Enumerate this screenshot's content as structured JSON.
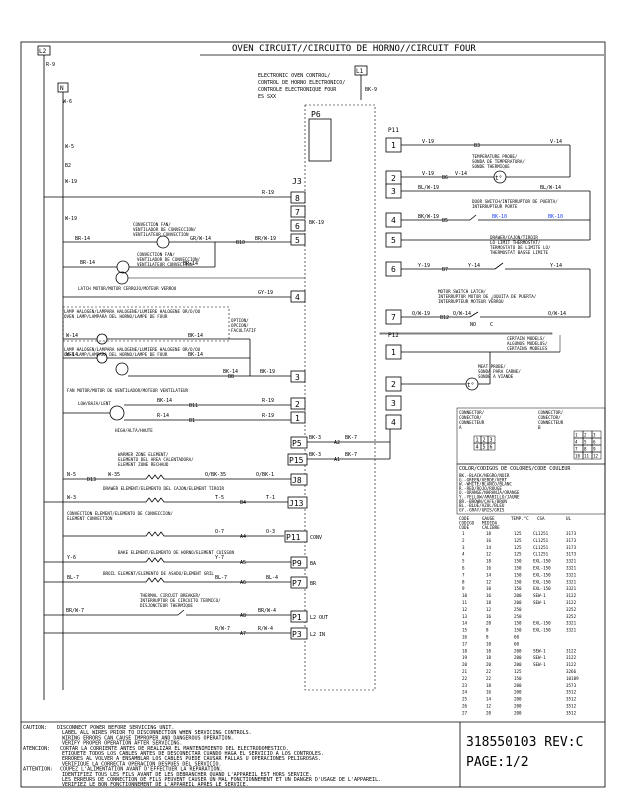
{
  "title": "OVEN CIRCUIT//CIRCUITO DE HORNO//CIRCUIT FOUR",
  "labels": {
    "l2": "L2",
    "r9": "R-9",
    "n": "N",
    "l1": "L1",
    "bk9_top": "BK-9",
    "w6": "W-6",
    "w5": "W-5",
    "b2": "B2",
    "w19_a": "W-19",
    "w19_b": "W-19",
    "control_name": "ELECTRONIC OVEN CONTROL/ CONTROL DE HORNO ELECTRONICO/ CONTROLE ELECTRONIQUE FOUR ES SXX",
    "p6": "P6",
    "j3": "J3",
    "p11": "P11",
    "p12": "P12"
  },
  "wires": {
    "r19_j3_8": "R-19",
    "bk19_j3_6": "BK-19",
    "gy19": "GY-19",
    "br14_a": "BR-14",
    "gr_w14": "GR/W-14",
    "b10": "B10",
    "br_w19": "BR/W-19",
    "br14_b": "BR-14",
    "br14_c": "BR-14",
    "w14_a": "W-14",
    "bk14_a": "BK-14",
    "w14_b": "W-14",
    "bk14_b": "BK-14",
    "b8": "B8",
    "bk19_b8": "BK-19",
    "bk14_b8": "BK-14",
    "bk14_b11": "BK-14",
    "b11": "B11",
    "r14_b1": "R-14",
    "b1": "B1",
    "r19_b1": "R-19",
    "r19_b11": "R-19",
    "bk3_a2": "BK-3",
    "a2": "A2",
    "bk7_a2": "BK-7",
    "bk3_a1": "BK-3",
    "a1": "A1",
    "bk7_a1": "BK-7",
    "n5": "N-5",
    "d13": "D13",
    "w35": "W-35",
    "o_bk35": "O/BK-35",
    "o_bk1": "O/BK-1",
    "w3": "W-3",
    "t5": "T-5",
    "b4": "B4",
    "t1": "T-1",
    "o7": "O-7",
    "o3": "O-3",
    "a4": "A4",
    "y6": "Y-6",
    "y7": "Y-7",
    "a5": "A5",
    "bl7": "BL-7",
    "bl7b": "BL-7",
    "a6": "A6",
    "bl4": "BL-4",
    "br_w7": "BR/W-7",
    "br_w4": "BR/W-4",
    "a8": "A8",
    "r_w7": "R/W-7",
    "r_w4": "R/W-4",
    "a7": "A7",
    "v19_1": "V-19",
    "b3": "B3",
    "v14_1": "V-14",
    "v19_2": "V-19",
    "b6": "B6",
    "v14_2": "V-14",
    "bl_w14_2": "BL/W-14",
    "bl_w19_3": "BL/W-19",
    "bk_w19_4": "BK/W-19",
    "b5": "B5",
    "bk10_a": "BK-10",
    "bk10_b": "BK-10",
    "y19_6": "Y-19",
    "b7": "B7",
    "y14_a": "Y-14",
    "y14_b": "Y-14",
    "o_w19_7": "O/W-19",
    "b12": "B12",
    "o_w14_a": "O/W-14",
    "no": "NO",
    "c": "C",
    "o_w14_b": "O/W-14"
  },
  "j3_pins": [
    "8",
    "7",
    "6",
    "5",
    "4",
    "3",
    "2",
    "1"
  ],
  "conn_labels": {
    "p5": "P5",
    "p15": "P15",
    "j8": "J8",
    "j13": "J13",
    "p11c": "P11",
    "conv": "CONV",
    "p9": "P9",
    "ba": "BA",
    "p7": "P7",
    "br": "BR",
    "p1": "P1",
    "l2out": "L2 OUT",
    "p3": "P3",
    "l2in": "L2 IN"
  },
  "components": {
    "conv_fan": "CONVECTION FAN/ VENTILADOR DE CONVECCION/ VENTILATEUR CONVECTION",
    "conv_fan2": "CONVECTION FAN/ VENTILADOR DE CONVECCION/ VENTILATEUR CONVECTION",
    "latch_motor": "LATCH MOTOR/MOTOR CERROJO/MOTEUR VERROU",
    "lamp1": "LAMP HALOGEN/LAMPARA HALOGENE/LUMIERE HALOGENE OR/O/OU OVEN LAMP/LAMPARA DEL HORNO/LAMPE DE FOUR",
    "option": "OPTION/ OPCION/ FACULTATIF",
    "lamp2": "LAMP HALOGEN/LAMPARA HALOGENE/LUMIERE HALOGENE OR/O/OU OVEN LAMP/LAMPARA DEL HORNO/LAMPE DE FOUR",
    "fan_motor": "FAN MOTOR/MOTOR DE VENTILADOR/MOTEUR VENTILATEUR",
    "low": "LOW/BAJA/LENT",
    "high": "HIGH/ALTA/HAUTE",
    "warmer": "WARMER ZONE ELEMENT/ ELEMENTO DEL AREA CALENTADORA/ ELEMENT ZONE RECHAUD",
    "drawer": "DRAWER ELEMENT/ELEMENTO DEL CAJON/ELEMENT TIROIR",
    "convection_el": "CONVECTION ELEMENT/ELEMENTO DE CONVECCION/ ELEMENT CONVECTION",
    "bake": "BAKE ELEMENT/ELEMENTO DE HORNO/ELEMENT CUISSON",
    "broil": "BROIL ELEMENT/ELEMENTO DE ASADO/ELEMENT GRIL",
    "breaker": "THERMAL CIRCUIT BREAKER/ INTERRUPTOR DE CIRCUITO TERMICO/ DISJONCTEUR THERMIQUE",
    "temp_probe": "TEMPERATURE PROBE/ SONDA DE TEMPERATURA/ SONDE THERMIQUE",
    "door_switch": "DOOR SWITCH/INTERRUPTOR DE PUERTA/ INTERRUPTEUR PORTE",
    "drawer_limit": "DRAWER/CAJON/TIROIR LO LIMIT THERMOSTAT/ TERMOSTATO DE LIMITE LO/ THERMOSTAT BASSE LIMITE",
    "motor_switch": "MOTOR SWITCH LATCH/ INTERRUPTOR MOTOR DE ¿OQUITA DE PUERTA/ INTERRUPTEUR MOTEUR VERROU",
    "certain_models": "CERTAIN MODELS/ ALGUNOS MODELOS/ CERTAINS MODELES",
    "meat_probe": "MEAT PROBE/ SONDA PARA CARNE/ SONDE A VIANDE",
    "t_symbol": "t°"
  },
  "connector_legend": {
    "a_title": "CONNECTOR/ CONECTOR/ CONNECTEUR A",
    "b_title": "CONNECTOR/ CONECTOR/ CONNECTEUR B",
    "a_cells": [
      "1",
      "2",
      "3",
      "4",
      "5",
      "6"
    ],
    "b_cells": [
      "1",
      "2",
      "3",
      "4",
      "5",
      "6",
      "7",
      "8",
      "9",
      "10",
      "11",
      "12"
    ]
  },
  "color_codes": {
    "title": "COLOR/CODIGOS DE COLORES/CODE COULEUR",
    "items": [
      "BK.-BLACK/NEGRO/NOIR",
      "G.-GREEN/VERDE/VERT",
      "W.-WHITE/BLANCO/BLANC",
      "R.-RED/ROJO/ROUGE",
      "O.-ORANGE/NARANJA/ORANGE",
      "Y.-YELLOW/AMARILLO/JAUNE",
      "BR.-BROWN/CAFE/BRUN",
      "BL.-BLUE/AZUL/BLEU",
      "GY.-GRAY/GRIS/GRIS"
    ]
  },
  "gauge_table": {
    "headers": [
      "CODE CODIGO CODE",
      "GAUGE MIDIDA CALIBRE",
      "TEMP.°C",
      "CSA",
      "UL"
    ],
    "rows": [
      [
        "1",
        "18",
        "125",
        "CL1251",
        "3173"
      ],
      [
        "2",
        "16",
        "125",
        "CL1251",
        "3173"
      ],
      [
        "3",
        "14",
        "125",
        "CL1251",
        "3173"
      ],
      [
        "4",
        "12",
        "125",
        "CL1251",
        "3173"
      ],
      [
        "5",
        "18",
        "150",
        "EXL-150",
        "3321"
      ],
      [
        "6",
        "16",
        "150",
        "EXL-150",
        "3321"
      ],
      [
        "7",
        "14",
        "150",
        "EXL-150",
        "3321"
      ],
      [
        "8",
        "12",
        "150",
        "EXL-150",
        "3321"
      ],
      [
        "9",
        "10",
        "150",
        "EXL-150",
        "3321"
      ],
      [
        "10",
        "16",
        "200",
        "SEW-1",
        "3122"
      ],
      [
        "11",
        "18",
        "200",
        "SEW-1",
        "3122"
      ],
      [
        "12",
        "12",
        "250",
        "",
        "3252"
      ],
      [
        "13",
        "16",
        "250",
        "",
        "3252"
      ],
      [
        "14",
        "20",
        "150",
        "EXL-150",
        "3321"
      ],
      [
        "15",
        "8",
        "150",
        "EXL-150",
        "3321"
      ],
      [
        "16",
        "8",
        "60",
        "",
        ""
      ],
      [
        "17",
        "10",
        "60",
        "",
        ""
      ],
      [
        "18",
        "10",
        "200",
        "SEW-1",
        "3122"
      ],
      [
        "19",
        "18",
        "200",
        "SEW-1",
        "3122"
      ],
      [
        "20",
        "20",
        "200",
        "SEW-1",
        "3122"
      ],
      [
        "21",
        "22",
        "125",
        "",
        "3266"
      ],
      [
        "22",
        "22",
        "150",
        "",
        "10109"
      ],
      [
        "23",
        "18",
        "200",
        "",
        "3573"
      ],
      [
        "24",
        "16",
        "200",
        "",
        "3512"
      ],
      [
        "25",
        "14",
        "200",
        "",
        "3512"
      ],
      [
        "26",
        "12",
        "200",
        "",
        "3512"
      ],
      [
        "27",
        "20",
        "200",
        "",
        "3512"
      ]
    ]
  },
  "cautions": [
    {
      "label": "CAUTION:",
      "text": "DISCONNECT POWER BEFORE SERVICING UNIT."
    },
    {
      "label": "",
      "text": "LABEL ALL WIRES PRIOR TO DISCONNECTION WHEN SERVICING CONTROLS."
    },
    {
      "label": "",
      "text": "WIRING ERRORS CAN CAUSE IMPROPER AND DANGEROUS OPERATION."
    },
    {
      "label": "",
      "text": "VERIFY PROPER OPERATION AFTER SERVICING."
    },
    {
      "label": "ATENCION:",
      "text": "CORTAR LA CORRIENTE ANTES DE REALIZAR EL MANTENIMIENTO DEL ELECTRODOMESTICO."
    },
    {
      "label": "",
      "text": "ETIQUETE TODOS LOS CABLES ANTES DE DESCONECTAR CUANDO HAGA EL SERVICIO A LOS CONTROLES."
    },
    {
      "label": "",
      "text": "ERRORES AL VOLVER A ENSAMBLAR LOS CABLES PUEDE CAUSAR FALLAS U OPERACIONES PELIGROSAS."
    },
    {
      "label": "",
      "text": "VERIFIQUE LA CORRECTA OPERACION DESPUES DEL SERVICIO."
    },
    {
      "label": "ATTENTION:",
      "text": "COUPEZ L'ALIMENTATION AVANT D'EFFECTUER LA REPARATION."
    },
    {
      "label": "",
      "text": "IDENTIFIEZ TOUS LES FILS AVANT DE LES DEBRANCHER QUAND L'APPAREIL EST HORS SERVICE."
    },
    {
      "label": "",
      "text": "LES ERREURS DE CONNECTION DE FILS PEUVENT CAUSER UN MAL FONCTIONNEMENT ET UN DANGER D'USAGE DE L'APPAREIL."
    },
    {
      "label": "",
      "text": "VERIFIEZ LE BON FONCTIONNEMENT DE L'APPAREIL APRES LE SERVICE."
    }
  ],
  "part_number": "318550103 REV:C",
  "page": "PAGE:1/2"
}
